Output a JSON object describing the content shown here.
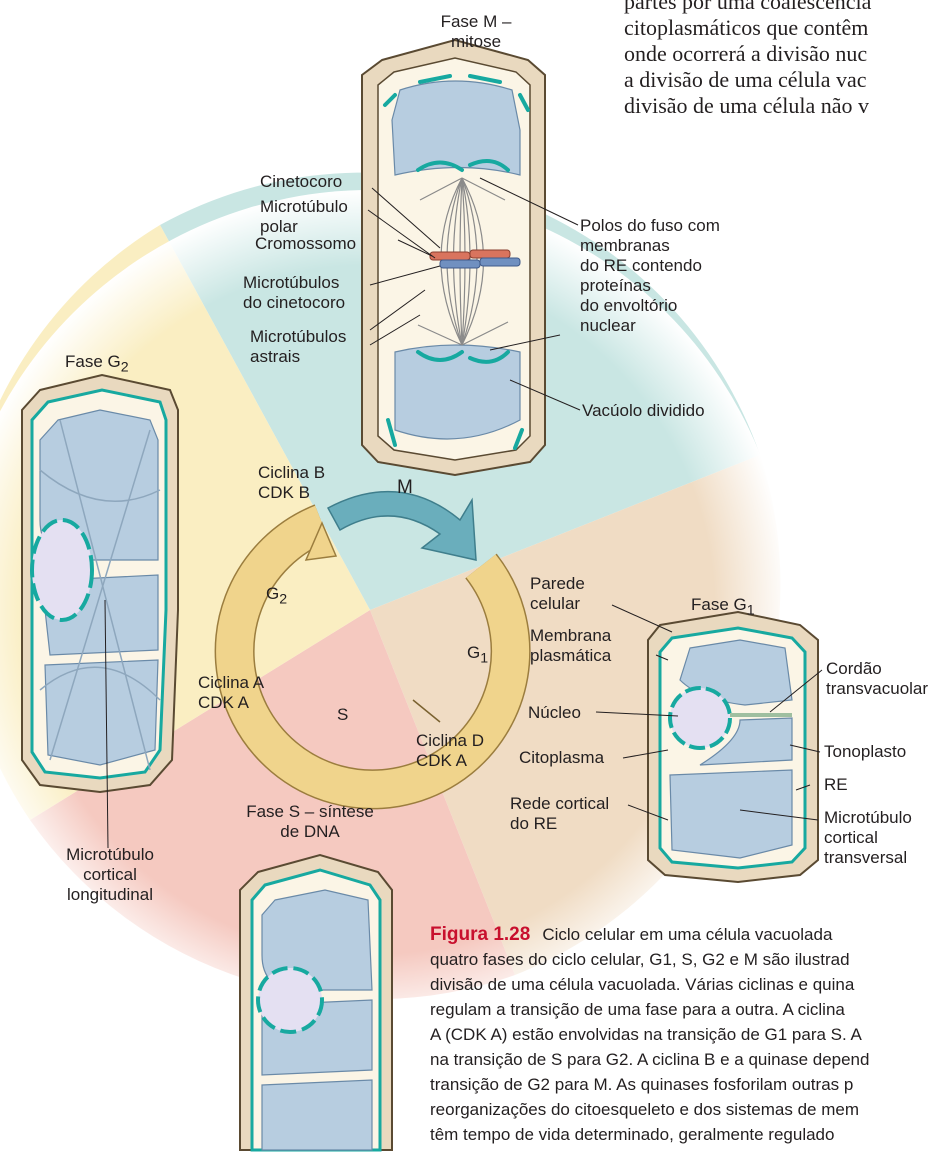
{
  "top_text": [
    "partes por uma coalescência",
    "citoplasmáticos que contêm",
    "onde ocorrerá a divisão nuc",
    "a divisão de uma célula vac",
    "divisão de uma célula não v"
  ],
  "phases": {
    "m": [
      "Fase M –",
      "mitose"
    ],
    "g2": "Fase G",
    "g2_sub": "2",
    "g1": "Fase G",
    "g1_sub": "1",
    "s": [
      "Fase S – síntese",
      "de DNA"
    ]
  },
  "cycle": {
    "m": "M",
    "g1": "G",
    "g1_sub": "1",
    "g2": "G",
    "g2_sub": "2",
    "s": "S"
  },
  "cyclins": {
    "b": [
      "Ciclina B",
      "CDK B"
    ],
    "a": [
      "Ciclina A",
      "CDK A"
    ],
    "d": [
      "Ciclina D",
      "CDK A"
    ]
  },
  "m_labels": {
    "cinetocoro": "Cinetocoro",
    "polar": [
      "Microtúbulo",
      "polar"
    ],
    "cromossomo": "Cromossomo",
    "kinetochore_mt": [
      "Microtúbulos",
      "do cinetocoro"
    ],
    "astral": [
      "Microtúbulos",
      "astrais"
    ],
    "poles": [
      "Polos do fuso com",
      "membranas",
      "do RE contendo",
      "proteínas",
      "do envoltório",
      "nuclear"
    ],
    "vacuole": "Vacúolo dividido"
  },
  "g2_labels": {
    "mt": [
      "Microtúbulo",
      "cortical",
      "longitudinal"
    ]
  },
  "g1_labels": {
    "wall": [
      "Parede",
      "celular"
    ],
    "membrane": [
      "Membrana",
      "plasmática"
    ],
    "nucleus": "Núcleo",
    "cytoplasm": "Citoplasma",
    "er_net": [
      "Rede cortical",
      "do RE"
    ],
    "strand": [
      "Cordão",
      "transvacuolar"
    ],
    "tonoplast": "Tonoplasto",
    "er": "RE",
    "mt": [
      "Microtúbulo",
      "cortical",
      "transversal"
    ]
  },
  "caption": {
    "figure": "Figura 1.28",
    "lines": [
      "Ciclo celular em uma célula vacuolada",
      "quatro fases do ciclo celular, G1, S, G2 e M são ilustrad",
      "divisão de uma célula vacuolada. Várias ciclinas e quina",
      "regulam a transição de uma fase para a outra. A ciclina",
      "A (CDK A) estão envolvidas na transição de G1 para S. A",
      "na transição de S para G2. A ciclina B e a quinase depend",
      "transição de G2 para M. As quinases fosforilam outras p",
      "reorganizações do citoesqueleto e dos sistemas de mem",
      "têm tempo de vida determinado, geralmente regulado"
    ]
  },
  "colors": {
    "sector_m": "#c9e6e3",
    "sector_g1": "#f0dcc4",
    "sector_s": "#f5c9c0",
    "sector_g2": "#faeec2",
    "ring": "#f0d48c",
    "arrow_m": "#6aaebc",
    "teal": "#17a9a0",
    "wall": "#e9d9bf",
    "vacuole": "#b7cde0",
    "nucleus": "#e4e0f2",
    "caption_red": "#c8102e"
  }
}
